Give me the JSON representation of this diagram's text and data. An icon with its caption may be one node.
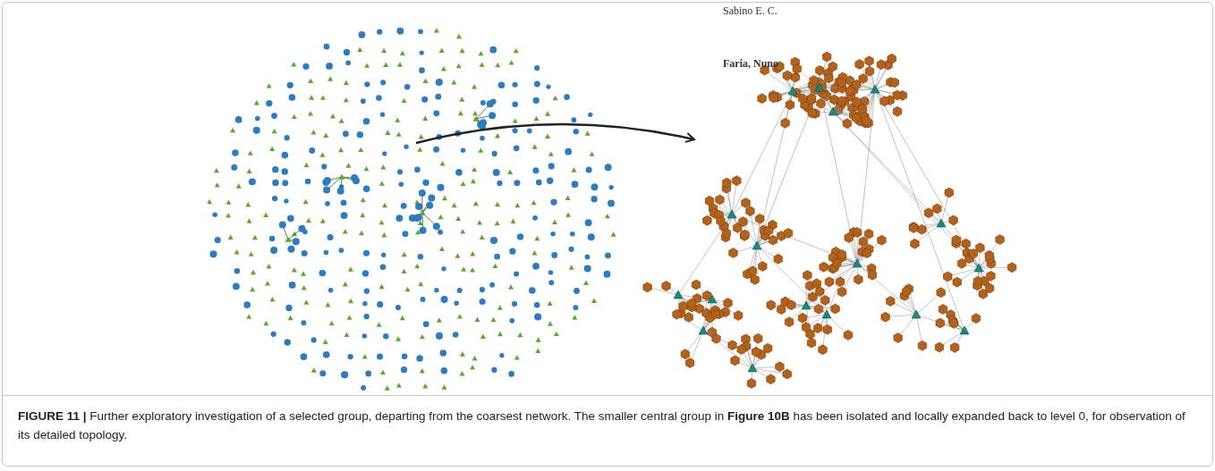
{
  "diagram": {
    "caption": "**FIGURE 11 |** Further exploratory investigation of a selected group, departing from the coarsest network. The smaller central group in **Figure 10B** has been isolated and locally expanded back to level 0, for observation of its detailed topology.",
    "nodes": [
      {
        "text": [],
        "shape": "network"
      },
      {
        "text": [],
        "shape": "network"
      }
    ],
    "edges": [
      {
        "from": 0,
        "to": 1,
        "arrow": "to"
      }
    ],
    "labels": [
      "Sabino E. C.",
      "Faria, Nuno"
    ]
  }
}
